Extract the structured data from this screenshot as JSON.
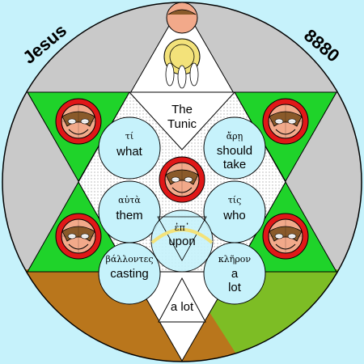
{
  "corner_left": "Jesus",
  "corner_right": "8880",
  "top_triangle": {
    "line1": "The",
    "line2": "Tunic"
  },
  "bottom_triangle": "a lot",
  "words": {
    "what": {
      "greek": "τί",
      "english": "what"
    },
    "should": {
      "greek": "ἄρῃ",
      "english1": "should",
      "english2": "take"
    },
    "them": {
      "greek": "αὐτὰ",
      "english": "them"
    },
    "who": {
      "greek": "τίς",
      "english": "who"
    },
    "upon": {
      "greek": "ἐπ᾽",
      "english": "upon"
    },
    "casting": {
      "greek": "βάλλοντες",
      "english": "casting"
    },
    "lot": {
      "greek": "κλῆρον",
      "english1": "a",
      "english2": "lot"
    }
  },
  "colors": {
    "sky": "#c6f2fb",
    "ring": "#c9c9c9",
    "triangle": "#ffffff",
    "star_green": "#1fd32a",
    "ground_brown": "#b9761c",
    "ground_green": "#7dbd25",
    "bubble": "#c6f2fb",
    "medallion_red": "#e01818",
    "medallion_skin": "#f2a98a",
    "gold": "#f3e27a"
  }
}
